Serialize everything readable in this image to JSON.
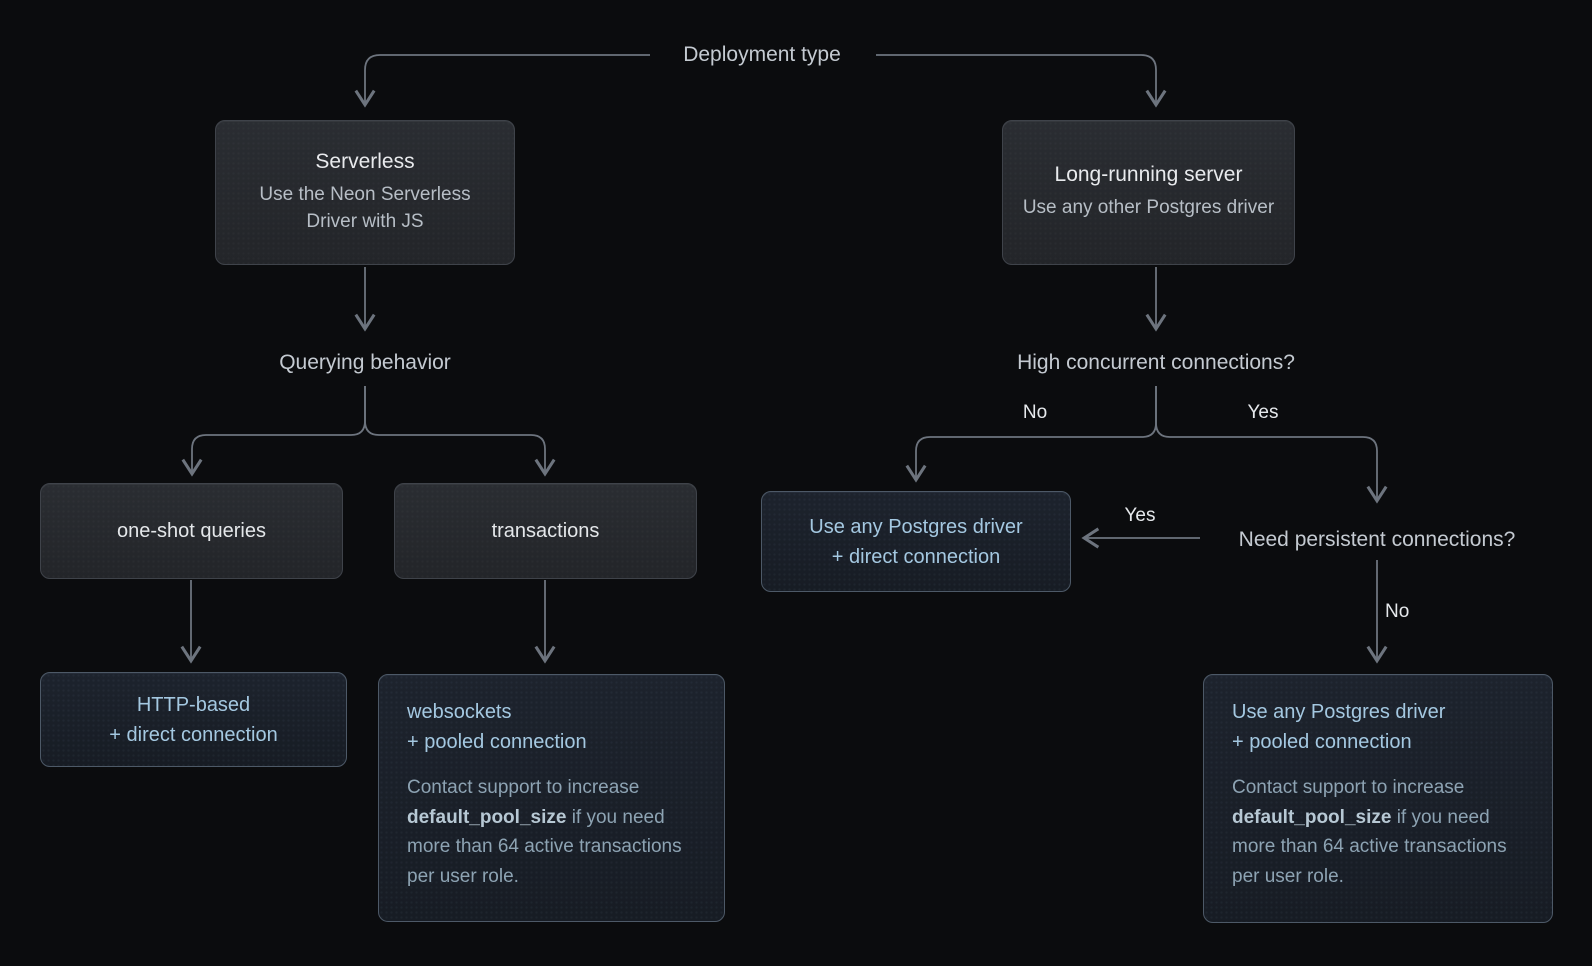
{
  "colors": {
    "background": "#0b0c0e",
    "gray_node_bg": "#26282c",
    "blue_node_bg": "#1a2029",
    "blue_node_border": "#4d5967",
    "accent_text": "#a4c8e1",
    "note_text": "#8da3b3",
    "wire": "#6d747e"
  },
  "labels": {
    "deployment_type": "Deployment type",
    "querying_behavior": "Querying behavior",
    "high_concurrent": "High concurrent connections?",
    "need_persistent": "Need persistent connections?",
    "edge_no_left": "No",
    "edge_yes_right": "Yes",
    "edge_yes_mid": "Yes",
    "edge_no_bottom": "No"
  },
  "nodes": {
    "serverless": {
      "title": "Serverless",
      "subtitle": "Use the Neon Serverless Driver with JS"
    },
    "long_running": {
      "title": "Long-running server",
      "subtitle": "Use any other Postgres driver"
    },
    "one_shot": {
      "label": "one-shot queries"
    },
    "transactions": {
      "label": "transactions"
    },
    "http_based": {
      "line1": "HTTP-based",
      "line2": "+ direct connection"
    },
    "websockets": {
      "line1": "websockets",
      "line2": "+ pooled connection",
      "note": {
        "pre": "Contact support to increase ",
        "bold": "default_pool_size",
        "post": " if you need more than 64 active transactions per user role."
      }
    },
    "direct_any": {
      "line1": "Use any Postgres driver",
      "line2": "+ direct connection"
    },
    "pooled_any": {
      "line1": "Use any Postgres driver",
      "line2": "+ pooled connection",
      "note": {
        "pre": "Contact support to increase ",
        "bold": "default_pool_size",
        "post": " if you need more than 64 active transactions per user role."
      }
    }
  }
}
